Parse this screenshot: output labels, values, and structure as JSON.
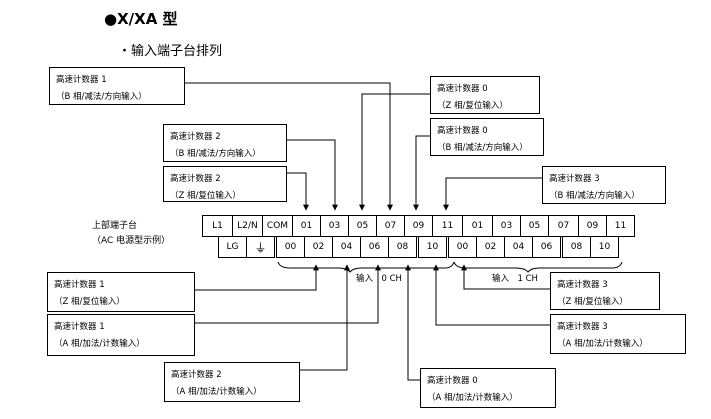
{
  "title": "●X/XA 型",
  "subtitle": "・输入端子台排列",
  "board_label": {
    "line1": "上部端子台",
    "line2": "（AC 电源型示例）"
  },
  "terminals": {
    "top_row": [
      "L1",
      "L2/N",
      "COM",
      "01",
      "03",
      "05",
      "07",
      "09",
      "11",
      "01",
      "03",
      "05",
      "07",
      "09",
      "11"
    ],
    "bottom_row": [
      "LG",
      "⏚",
      "00",
      "02",
      "04",
      "06",
      "08",
      "10",
      "00",
      "02",
      "04",
      "06",
      "08",
      "10"
    ]
  },
  "channel_labels": {
    "ch0": "输入　0 CH",
    "ch1": "输入　1 CH"
  },
  "callouts": [
    {
      "title": "高速计数器 1",
      "desc": "（B 相/减法/方向输入）"
    },
    {
      "title": "高速计数器 0",
      "desc": "（Z 相/复位输入）"
    },
    {
      "title": "高速计数器 2",
      "desc": "（B 相/减法/方向输入）"
    },
    {
      "title": "高速计数器 0",
      "desc": "（B 相/减法/方向输入）"
    },
    {
      "title": "高速计数器 2",
      "desc": "（Z 相/复位输入）"
    },
    {
      "title": "高速计数器 3",
      "desc": "（B 相/减法/方向输入）"
    },
    {
      "title": "高速计数器 1",
      "desc": "（Z 相/复位输入）"
    },
    {
      "title": "高速计数器 3",
      "desc": "（Z 相/复位输入）"
    },
    {
      "title": "高速计数器 1",
      "desc": "（A 相/加法/计数输入）"
    },
    {
      "title": "高速计数器 3",
      "desc": "（A 相/加法/计数输入）"
    },
    {
      "title": "高速计数器 2",
      "desc": "（A 相/加法/计数输入）"
    },
    {
      "title": "高速计数器 0",
      "desc": "（A 相/加法/计数输入）"
    }
  ]
}
